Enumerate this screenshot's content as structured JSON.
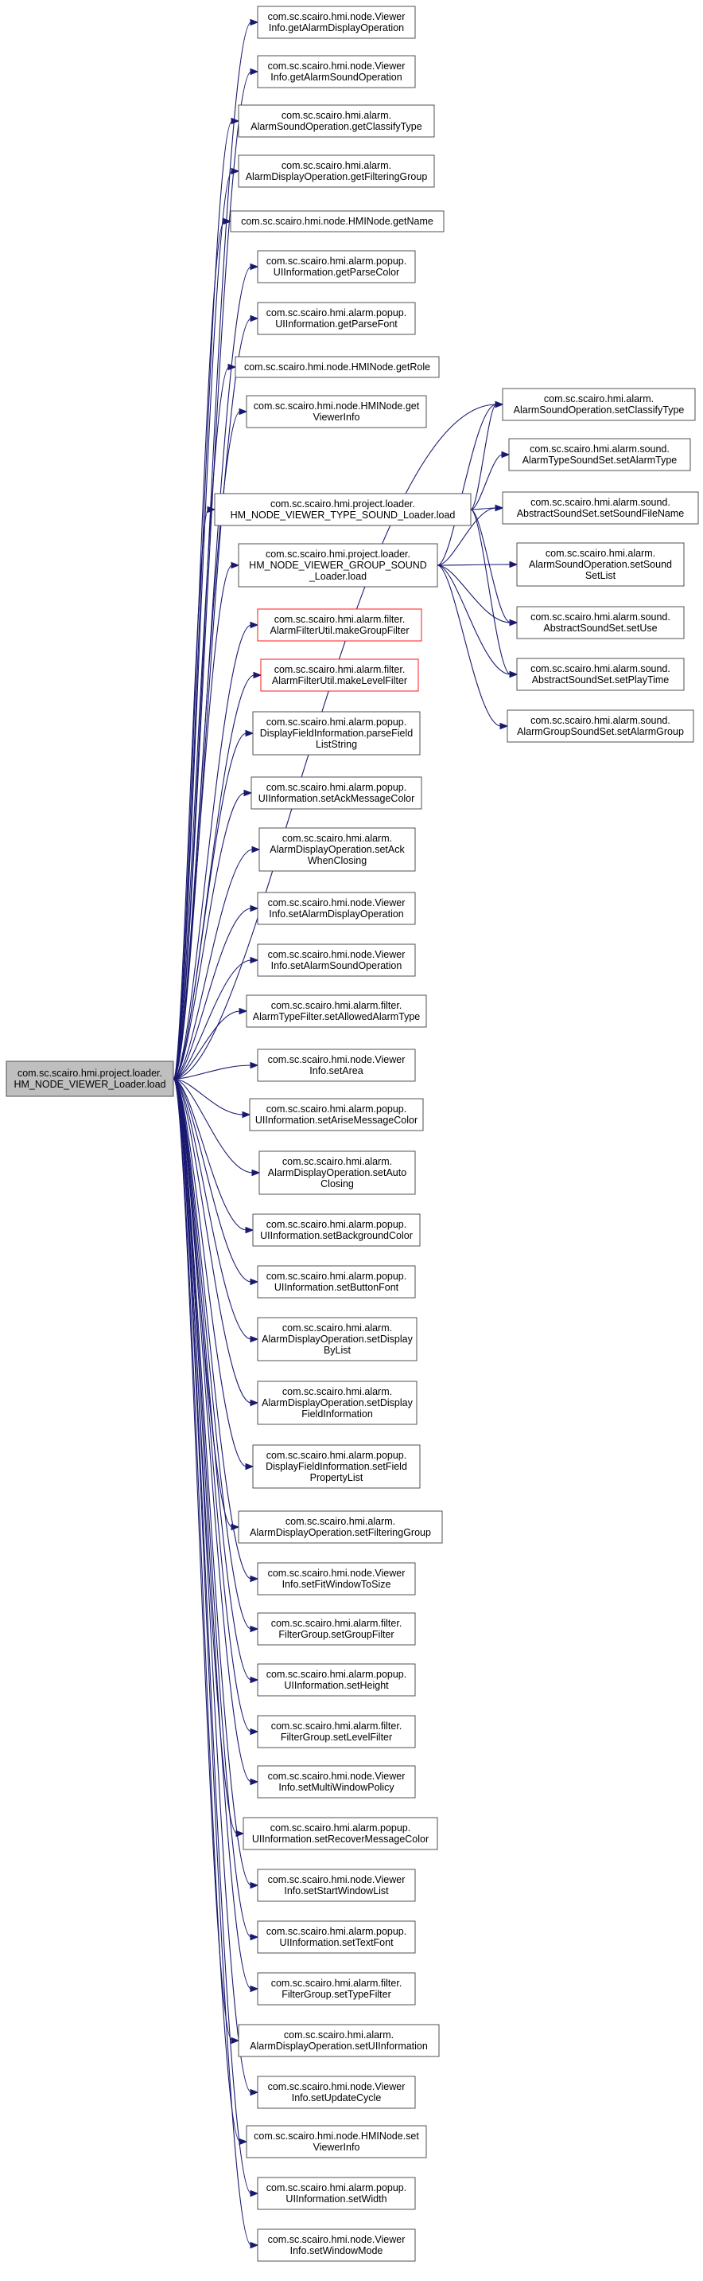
{
  "colors": {
    "edge": "#191970",
    "node_border": "#404040",
    "root_fill": "#bfbfbf",
    "highlight_border": "#ff0000"
  },
  "root": {
    "lines": [
      "com.sc.scairo.hmi.project.loader.",
      "HM_NODE_VIEWER_Loader.load"
    ]
  },
  "nodes": [
    {
      "id": "n1",
      "lines": [
        "com.sc.scairo.hmi.node.Viewer",
        "Info.getAlarmDisplayOperation"
      ]
    },
    {
      "id": "n2",
      "lines": [
        "com.sc.scairo.hmi.node.Viewer",
        "Info.getAlarmSoundOperation"
      ]
    },
    {
      "id": "n3",
      "lines": [
        "com.sc.scairo.hmi.alarm.",
        "AlarmSoundOperation.getClassifyType"
      ]
    },
    {
      "id": "n4",
      "lines": [
        "com.sc.scairo.hmi.alarm.",
        "AlarmDisplayOperation.getFilteringGroup"
      ]
    },
    {
      "id": "n5",
      "lines": [
        "com.sc.scairo.hmi.node.HMINode.getName"
      ]
    },
    {
      "id": "n6",
      "lines": [
        "com.sc.scairo.hmi.alarm.popup.",
        "UIInformation.getParseColor"
      ]
    },
    {
      "id": "n7",
      "lines": [
        "com.sc.scairo.hmi.alarm.popup.",
        "UIInformation.getParseFont"
      ]
    },
    {
      "id": "n8",
      "lines": [
        "com.sc.scairo.hmi.node.HMINode.getRole"
      ]
    },
    {
      "id": "n9",
      "lines": [
        "com.sc.scairo.hmi.node.HMINode.get",
        "ViewerInfo"
      ]
    },
    {
      "id": "n10",
      "lines": [
        "com.sc.scairo.hmi.project.loader.",
        "HM_NODE_VIEWER_TYPE_SOUND_Loader.load"
      ]
    },
    {
      "id": "n11",
      "lines": [
        "com.sc.scairo.hmi.project.loader.",
        "HM_NODE_VIEWER_GROUP_SOUND",
        "_Loader.load"
      ]
    },
    {
      "id": "n12",
      "lines": [
        "com.sc.scairo.hmi.alarm.filter.",
        "AlarmFilterUtil.makeGroupFilter"
      ],
      "red": true
    },
    {
      "id": "n13",
      "lines": [
        "com.sc.scairo.hmi.alarm.filter.",
        "AlarmFilterUtil.makeLevelFilter"
      ],
      "red": true
    },
    {
      "id": "n14",
      "lines": [
        "com.sc.scairo.hmi.alarm.popup.",
        "DisplayFieldInformation.parseField",
        "ListString"
      ]
    },
    {
      "id": "n15",
      "lines": [
        "com.sc.scairo.hmi.alarm.popup.",
        "UIInformation.setAckMessageColor"
      ]
    },
    {
      "id": "n16",
      "lines": [
        "com.sc.scairo.hmi.alarm.",
        "AlarmDisplayOperation.setAck",
        "WhenClosing"
      ]
    },
    {
      "id": "n17",
      "lines": [
        "com.sc.scairo.hmi.node.Viewer",
        "Info.setAlarmDisplayOperation"
      ]
    },
    {
      "id": "n18",
      "lines": [
        "com.sc.scairo.hmi.node.Viewer",
        "Info.setAlarmSoundOperation"
      ]
    },
    {
      "id": "n19",
      "lines": [
        "com.sc.scairo.hmi.alarm.filter.",
        "AlarmTypeFilter.setAllowedAlarmType"
      ]
    },
    {
      "id": "n20",
      "lines": [
        "com.sc.scairo.hmi.node.Viewer",
        "Info.setArea"
      ]
    },
    {
      "id": "n21",
      "lines": [
        "com.sc.scairo.hmi.alarm.popup.",
        "UIInformation.setAriseMessageColor"
      ]
    },
    {
      "id": "n22",
      "lines": [
        "com.sc.scairo.hmi.alarm.",
        "AlarmDisplayOperation.setAuto",
        "Closing"
      ]
    },
    {
      "id": "n23",
      "lines": [
        "com.sc.scairo.hmi.alarm.popup.",
        "UIInformation.setBackgroundColor"
      ]
    },
    {
      "id": "n24",
      "lines": [
        "com.sc.scairo.hmi.alarm.popup.",
        "UIInformation.setButtonFont"
      ]
    },
    {
      "id": "n25",
      "lines": [
        "com.sc.scairo.hmi.alarm.",
        "AlarmDisplayOperation.setDisplay",
        "ByList"
      ]
    },
    {
      "id": "n26",
      "lines": [
        "com.sc.scairo.hmi.alarm.",
        "AlarmDisplayOperation.setDisplay",
        "FieldInformation"
      ]
    },
    {
      "id": "n27",
      "lines": [
        "com.sc.scairo.hmi.alarm.popup.",
        "DisplayFieldInformation.setField",
        "PropertyList"
      ]
    },
    {
      "id": "n28",
      "lines": [
        "com.sc.scairo.hmi.alarm.",
        "AlarmDisplayOperation.setFilteringGroup"
      ]
    },
    {
      "id": "n29",
      "lines": [
        "com.sc.scairo.hmi.node.Viewer",
        "Info.setFitWindowToSize"
      ]
    },
    {
      "id": "n30",
      "lines": [
        "com.sc.scairo.hmi.alarm.filter.",
        "FilterGroup.setGroupFilter"
      ]
    },
    {
      "id": "n31",
      "lines": [
        "com.sc.scairo.hmi.alarm.popup.",
        "UIInformation.setHeight"
      ]
    },
    {
      "id": "n32",
      "lines": [
        "com.sc.scairo.hmi.alarm.filter.",
        "FilterGroup.setLevelFilter"
      ]
    },
    {
      "id": "n33",
      "lines": [
        "com.sc.scairo.hmi.node.Viewer",
        "Info.setMultiWindowPolicy"
      ]
    },
    {
      "id": "n34",
      "lines": [
        "com.sc.scairo.hmi.alarm.popup.",
        "UIInformation.setRecoverMessageColor"
      ]
    },
    {
      "id": "n35",
      "lines": [
        "com.sc.scairo.hmi.node.Viewer",
        "Info.setStartWindowList"
      ]
    },
    {
      "id": "n36",
      "lines": [
        "com.sc.scairo.hmi.alarm.popup.",
        "UIInformation.setTextFont"
      ]
    },
    {
      "id": "n37",
      "lines": [
        "com.sc.scairo.hmi.alarm.filter.",
        "FilterGroup.setTypeFilter"
      ]
    },
    {
      "id": "n38",
      "lines": [
        "com.sc.scairo.hmi.alarm.",
        "AlarmDisplayOperation.setUIInformation"
      ]
    },
    {
      "id": "n39",
      "lines": [
        "com.sc.scairo.hmi.node.Viewer",
        "Info.setUpdateCycle"
      ]
    },
    {
      "id": "n40",
      "lines": [
        "com.sc.scairo.hmi.node.HMINode.set",
        "ViewerInfo"
      ]
    },
    {
      "id": "n41",
      "lines": [
        "com.sc.scairo.hmi.alarm.popup.",
        "UIInformation.setWidth"
      ]
    },
    {
      "id": "n42",
      "lines": [
        "com.sc.scairo.hmi.node.Viewer",
        "Info.setWindowMode"
      ]
    },
    {
      "id": "s1",
      "lines": [
        "com.sc.scairo.hmi.alarm.",
        "AlarmSoundOperation.setClassifyType"
      ]
    },
    {
      "id": "s2",
      "lines": [
        "com.sc.scairo.hmi.alarm.sound.",
        "AlarmTypeSoundSet.setAlarmType"
      ]
    },
    {
      "id": "s3",
      "lines": [
        "com.sc.scairo.hmi.alarm.sound.",
        "AbstractSoundSet.setSoundFileName"
      ]
    },
    {
      "id": "s4",
      "lines": [
        "com.sc.scairo.hmi.alarm.",
        "AlarmSoundOperation.setSound",
        "SetList"
      ]
    },
    {
      "id": "s5",
      "lines": [
        "com.sc.scairo.hmi.alarm.sound.",
        "AbstractSoundSet.setUse"
      ]
    },
    {
      "id": "s6",
      "lines": [
        "com.sc.scairo.hmi.alarm.sound.",
        "AbstractSoundSet.setPlayTime"
      ]
    },
    {
      "id": "s7",
      "lines": [
        "com.sc.scairo.hmi.alarm.sound.",
        "AlarmGroupSoundSet.setAlarmGroup"
      ]
    }
  ],
  "edges": [
    [
      "root",
      "n1"
    ],
    [
      "root",
      "n2"
    ],
    [
      "root",
      "n3"
    ],
    [
      "root",
      "n4"
    ],
    [
      "root",
      "n5"
    ],
    [
      "root",
      "n6"
    ],
    [
      "root",
      "n7"
    ],
    [
      "root",
      "n8"
    ],
    [
      "root",
      "n9"
    ],
    [
      "root",
      "s1"
    ],
    [
      "root",
      "n10"
    ],
    [
      "root",
      "n11"
    ],
    [
      "root",
      "n12"
    ],
    [
      "root",
      "n13"
    ],
    [
      "root",
      "n14"
    ],
    [
      "root",
      "n15"
    ],
    [
      "root",
      "n16"
    ],
    [
      "root",
      "n17"
    ],
    [
      "root",
      "n18"
    ],
    [
      "root",
      "n19"
    ],
    [
      "root",
      "n20"
    ],
    [
      "root",
      "n21"
    ],
    [
      "root",
      "n22"
    ],
    [
      "root",
      "n23"
    ],
    [
      "root",
      "n24"
    ],
    [
      "root",
      "n25"
    ],
    [
      "root",
      "n26"
    ],
    [
      "root",
      "n27"
    ],
    [
      "root",
      "n28"
    ],
    [
      "root",
      "n29"
    ],
    [
      "root",
      "n30"
    ],
    [
      "root",
      "n31"
    ],
    [
      "root",
      "n32"
    ],
    [
      "root",
      "n33"
    ],
    [
      "root",
      "n34"
    ],
    [
      "root",
      "n35"
    ],
    [
      "root",
      "n36"
    ],
    [
      "root",
      "n37"
    ],
    [
      "root",
      "n38"
    ],
    [
      "root",
      "n39"
    ],
    [
      "root",
      "n40"
    ],
    [
      "root",
      "n41"
    ],
    [
      "root",
      "n42"
    ],
    [
      "n10",
      "s1"
    ],
    [
      "n10",
      "s2"
    ],
    [
      "n10",
      "s3"
    ],
    [
      "n10",
      "s5"
    ],
    [
      "n10",
      "s6"
    ],
    [
      "n11",
      "s1"
    ],
    [
      "n11",
      "s3"
    ],
    [
      "n11",
      "s4"
    ],
    [
      "n11",
      "s5"
    ],
    [
      "n11",
      "s6"
    ],
    [
      "n11",
      "s7"
    ]
  ]
}
